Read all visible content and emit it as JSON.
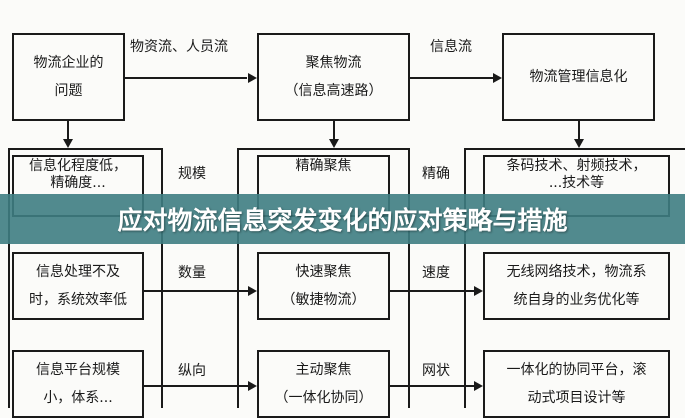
{
  "title": "应对物流信息突发变化的应对策略与措施",
  "top": [
    {
      "l1": "物流企业的",
      "l2": "问题"
    },
    {
      "l1": "聚焦物流",
      "l2": "（信息高速路）"
    },
    {
      "l1": "物流管理信息化",
      "l2": ""
    }
  ],
  "top_arrows": [
    "物资流、人员流",
    "信息流"
  ],
  "left_labels": [
    "规模",
    "数量",
    "纵向"
  ],
  "mid_labels": [
    "精确",
    "速度",
    "网状"
  ],
  "rows": [
    {
      "left": [
        "信息化程度低，",
        "精确度..."
      ],
      "mid": [
        "精确聚焦",
        ""
      ],
      "right": [
        "条码技术、射频技术，",
        "...技术等"
      ]
    },
    {
      "left": [
        "信息处理不及",
        "时，系统效率低"
      ],
      "mid": [
        "快速聚焦",
        "（敏捷物流）"
      ],
      "right": [
        "无线网络技术，物流系",
        "统自身的业务优化等"
      ]
    },
    {
      "left": [
        "信息平台规模",
        "小，体系..."
      ],
      "mid": [
        "主动聚焦",
        "（一体化协同）"
      ],
      "right": [
        "一体化的协同平台，滚",
        "动式项目设计等"
      ]
    }
  ]
}
